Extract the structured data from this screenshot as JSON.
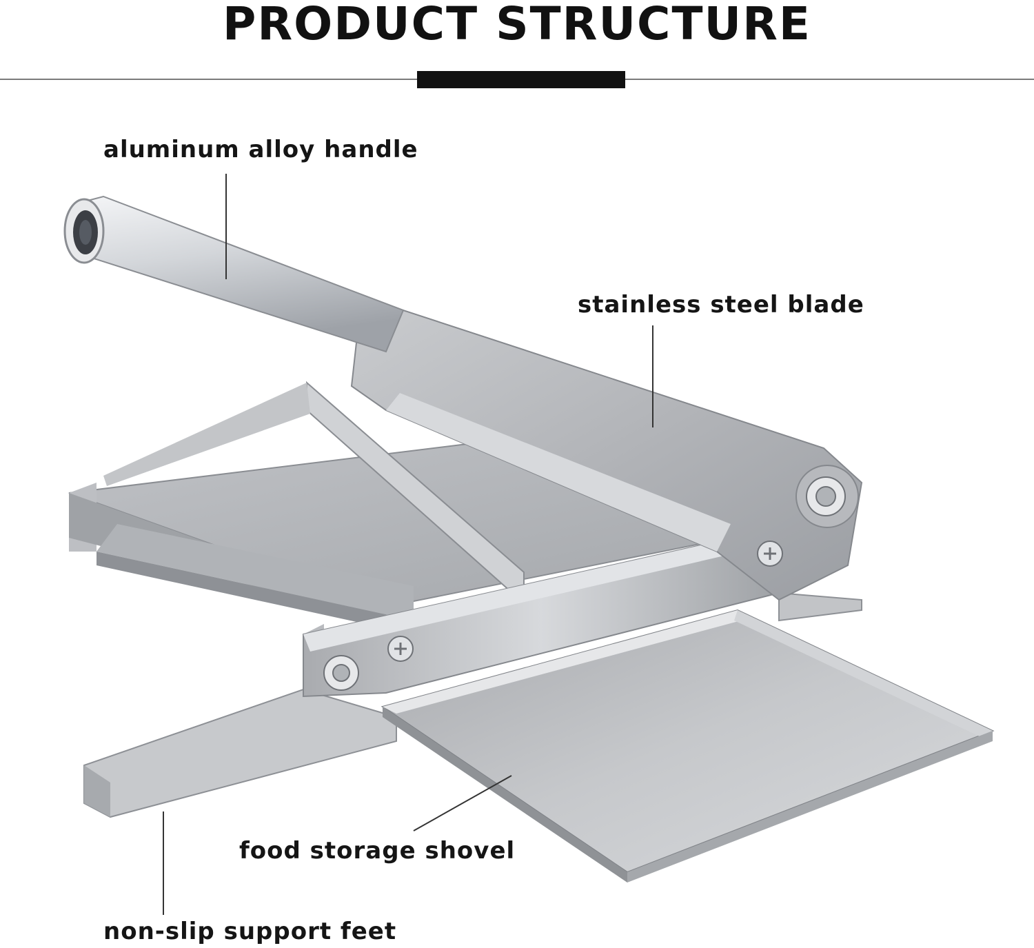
{
  "header": {
    "title": "PRODUCT STRUCTURE"
  },
  "callouts": {
    "handle": "aluminum alloy handle",
    "blade": "stainless steel blade",
    "shovel": "food storage shovel",
    "feet": "non-slip support feet"
  },
  "colors": {
    "title": "#111111",
    "rule": "#7a7a7a",
    "steel_light": "#d9dadd",
    "steel_mid": "#b7b9bd",
    "steel_dark": "#8f9297"
  }
}
